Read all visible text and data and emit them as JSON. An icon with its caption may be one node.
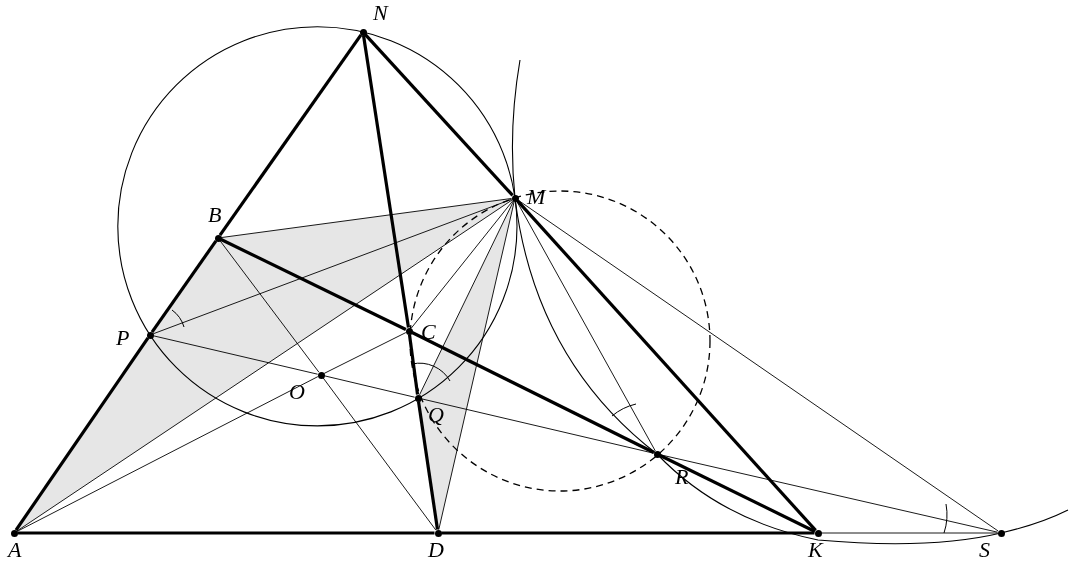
{
  "diagram": {
    "nodes": [
      {
        "text": [
          "N"
        ]
      },
      {
        "text": [
          "M"
        ]
      },
      {
        "text": [
          "B"
        ]
      },
      {
        "text": [
          "P"
        ]
      },
      {
        "text": [
          "C"
        ]
      },
      {
        "text": [
          "O"
        ]
      },
      {
        "text": [
          "Q"
        ]
      },
      {
        "text": [
          "R"
        ]
      },
      {
        "text": [
          "A"
        ]
      },
      {
        "text": [
          "D"
        ]
      },
      {
        "text": [
          "K"
        ]
      },
      {
        "text": [
          "S"
        ]
      }
    ],
    "edges": [
      {
        "from": 8,
        "to": 3,
        "arrow": "none",
        "style": "thick"
      },
      {
        "from": 3,
        "to": 2,
        "arrow": "none",
        "style": "thick"
      },
      {
        "from": 2,
        "to": 0,
        "arrow": "none",
        "style": "thick"
      },
      {
        "from": 0,
        "to": 1,
        "arrow": "none",
        "style": "thick"
      },
      {
        "from": 1,
        "to": 10,
        "arrow": "none",
        "style": "thick"
      },
      {
        "from": 0,
        "to": 4,
        "arrow": "none",
        "style": "thick"
      },
      {
        "from": 4,
        "to": 6,
        "arrow": "none",
        "style": "thick"
      },
      {
        "from": 6,
        "to": 9,
        "arrow": "none",
        "style": "thick"
      },
      {
        "from": 2,
        "to": 4,
        "arrow": "none",
        "style": "thick"
      },
      {
        "from": 4,
        "to": 7,
        "arrow": "none",
        "style": "thick"
      },
      {
        "from": 7,
        "to": 10,
        "arrow": "none",
        "style": "thick"
      },
      {
        "from": 8,
        "to": 9,
        "arrow": "none",
        "style": "thick"
      },
      {
        "from": 9,
        "to": 10,
        "arrow": "none",
        "style": "thick"
      },
      {
        "from": 2,
        "to": 1,
        "arrow": "none"
      },
      {
        "from": 3,
        "to": 1,
        "arrow": "none"
      },
      {
        "from": 8,
        "to": 1,
        "arrow": "none"
      },
      {
        "from": 3,
        "to": 5,
        "arrow": "none"
      },
      {
        "from": 5,
        "to": 6,
        "arrow": "none"
      },
      {
        "from": 6,
        "to": 7,
        "arrow": "none"
      },
      {
        "from": 7,
        "to": 11,
        "arrow": "none"
      },
      {
        "from": 8,
        "to": 5,
        "arrow": "none"
      },
      {
        "from": 5,
        "to": 4,
        "arrow": "none"
      },
      {
        "from": 2,
        "to": 5,
        "arrow": "none"
      },
      {
        "from": 5,
        "to": 9,
        "arrow": "none"
      },
      {
        "from": 9,
        "to": 1,
        "arrow": "none"
      },
      {
        "from": 6,
        "to": 1,
        "arrow": "none"
      },
      {
        "from": 4,
        "to": 1,
        "arrow": "none"
      },
      {
        "from": 1,
        "to": 7,
        "arrow": "none"
      },
      {
        "from": 1,
        "to": 11,
        "arrow": "none"
      },
      {
        "from": 10,
        "to": 11,
        "arrow": "none"
      }
    ]
  }
}
